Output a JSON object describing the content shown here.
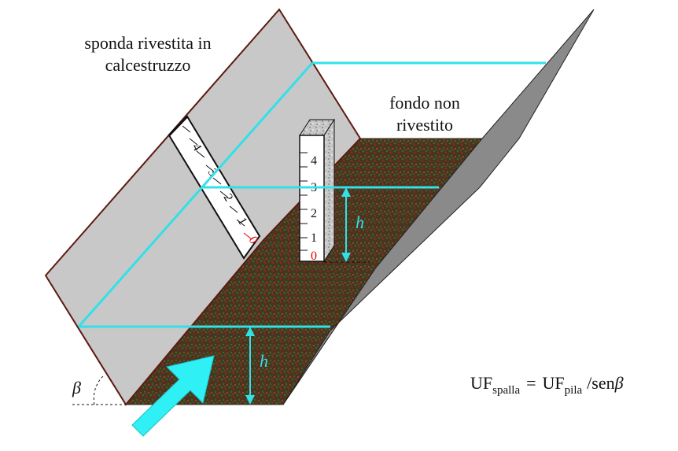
{
  "labels": {
    "bank": [
      "sponda rivestita in",
      "calcestruzzo"
    ],
    "bottom": [
      "fondo non",
      "rivestito"
    ],
    "h_pier": "h",
    "h_front": "h",
    "beta": "β"
  },
  "formula": {
    "uf": "UF",
    "spalla": "spalla",
    "eq": "=",
    "pila": "pila",
    "sen": "/sen",
    "beta": "β"
  },
  "bank_gauge": {
    "ticks": [
      "4",
      "3",
      "2",
      "1",
      "0"
    ]
  },
  "pier_gauge": {
    "ticks": [
      "4",
      "3",
      "2",
      "1",
      "0"
    ]
  },
  "colors": {
    "bank_face": "#c8c8c8",
    "bank_edge": "#5c1a10",
    "channel_bed": "#4a3420",
    "right_wall": "#8a8a8a",
    "water_line": "#33e0e8",
    "flow_arrow": "#2ff0f5",
    "zero_tick": "#e00000"
  }
}
